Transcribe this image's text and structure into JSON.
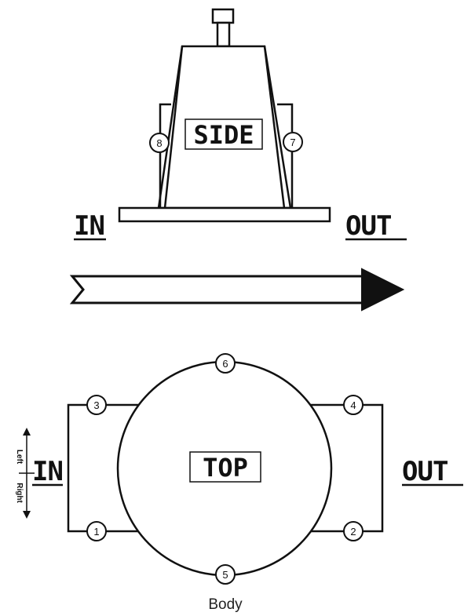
{
  "side_view": {
    "label": "SIDE",
    "in_label": "IN",
    "out_label": "OUT",
    "left_marker": "8",
    "right_marker": "7"
  },
  "top_view": {
    "label": "TOP",
    "in_label": "IN",
    "out_label": "OUT",
    "markers": {
      "top_left": "3",
      "top_right": "4",
      "bottom_left": "1",
      "bottom_right": "2",
      "top": "6",
      "bottom": "5"
    },
    "orientation": {
      "upper": "Left",
      "lower": "Right"
    }
  },
  "caption": "Body",
  "colors": {
    "stroke": "#111111",
    "background": "#ffffff"
  }
}
